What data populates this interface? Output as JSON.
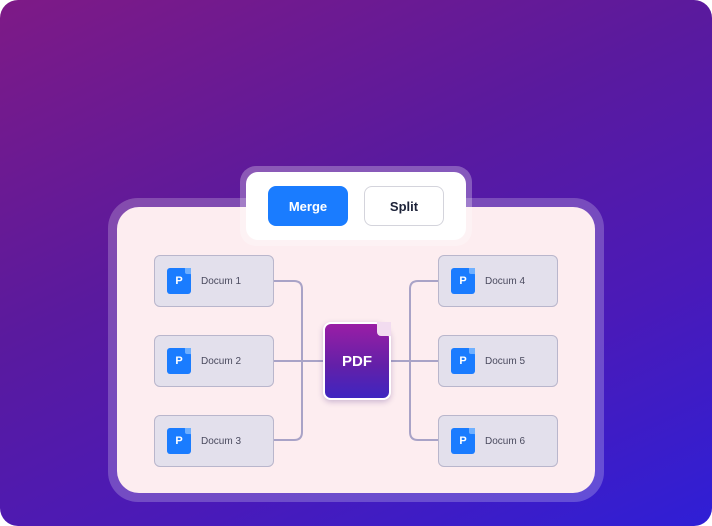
{
  "mode_tabs": {
    "merge_label": "Merge",
    "split_label": "Split",
    "active": "Merge"
  },
  "center_file": {
    "label": "PDF"
  },
  "documents_left": [
    {
      "icon_letter": "P",
      "label": "Docum 1"
    },
    {
      "icon_letter": "P",
      "label": "Docum 2"
    },
    {
      "icon_letter": "P",
      "label": "Docum 3"
    }
  ],
  "documents_right": [
    {
      "icon_letter": "P",
      "label": "Docum 4"
    },
    {
      "icon_letter": "P",
      "label": "Docum 5"
    },
    {
      "icon_letter": "P",
      "label": "Docum 6"
    }
  ],
  "colors": {
    "accent": "#1a7cff",
    "background_start": "#7e1a86",
    "background_end": "#2f1fd6",
    "panel": "#fdedf0",
    "connector": "#a9a3c7"
  },
  "icons": {
    "document": "file-p-icon",
    "center": "pdf-file-icon"
  }
}
